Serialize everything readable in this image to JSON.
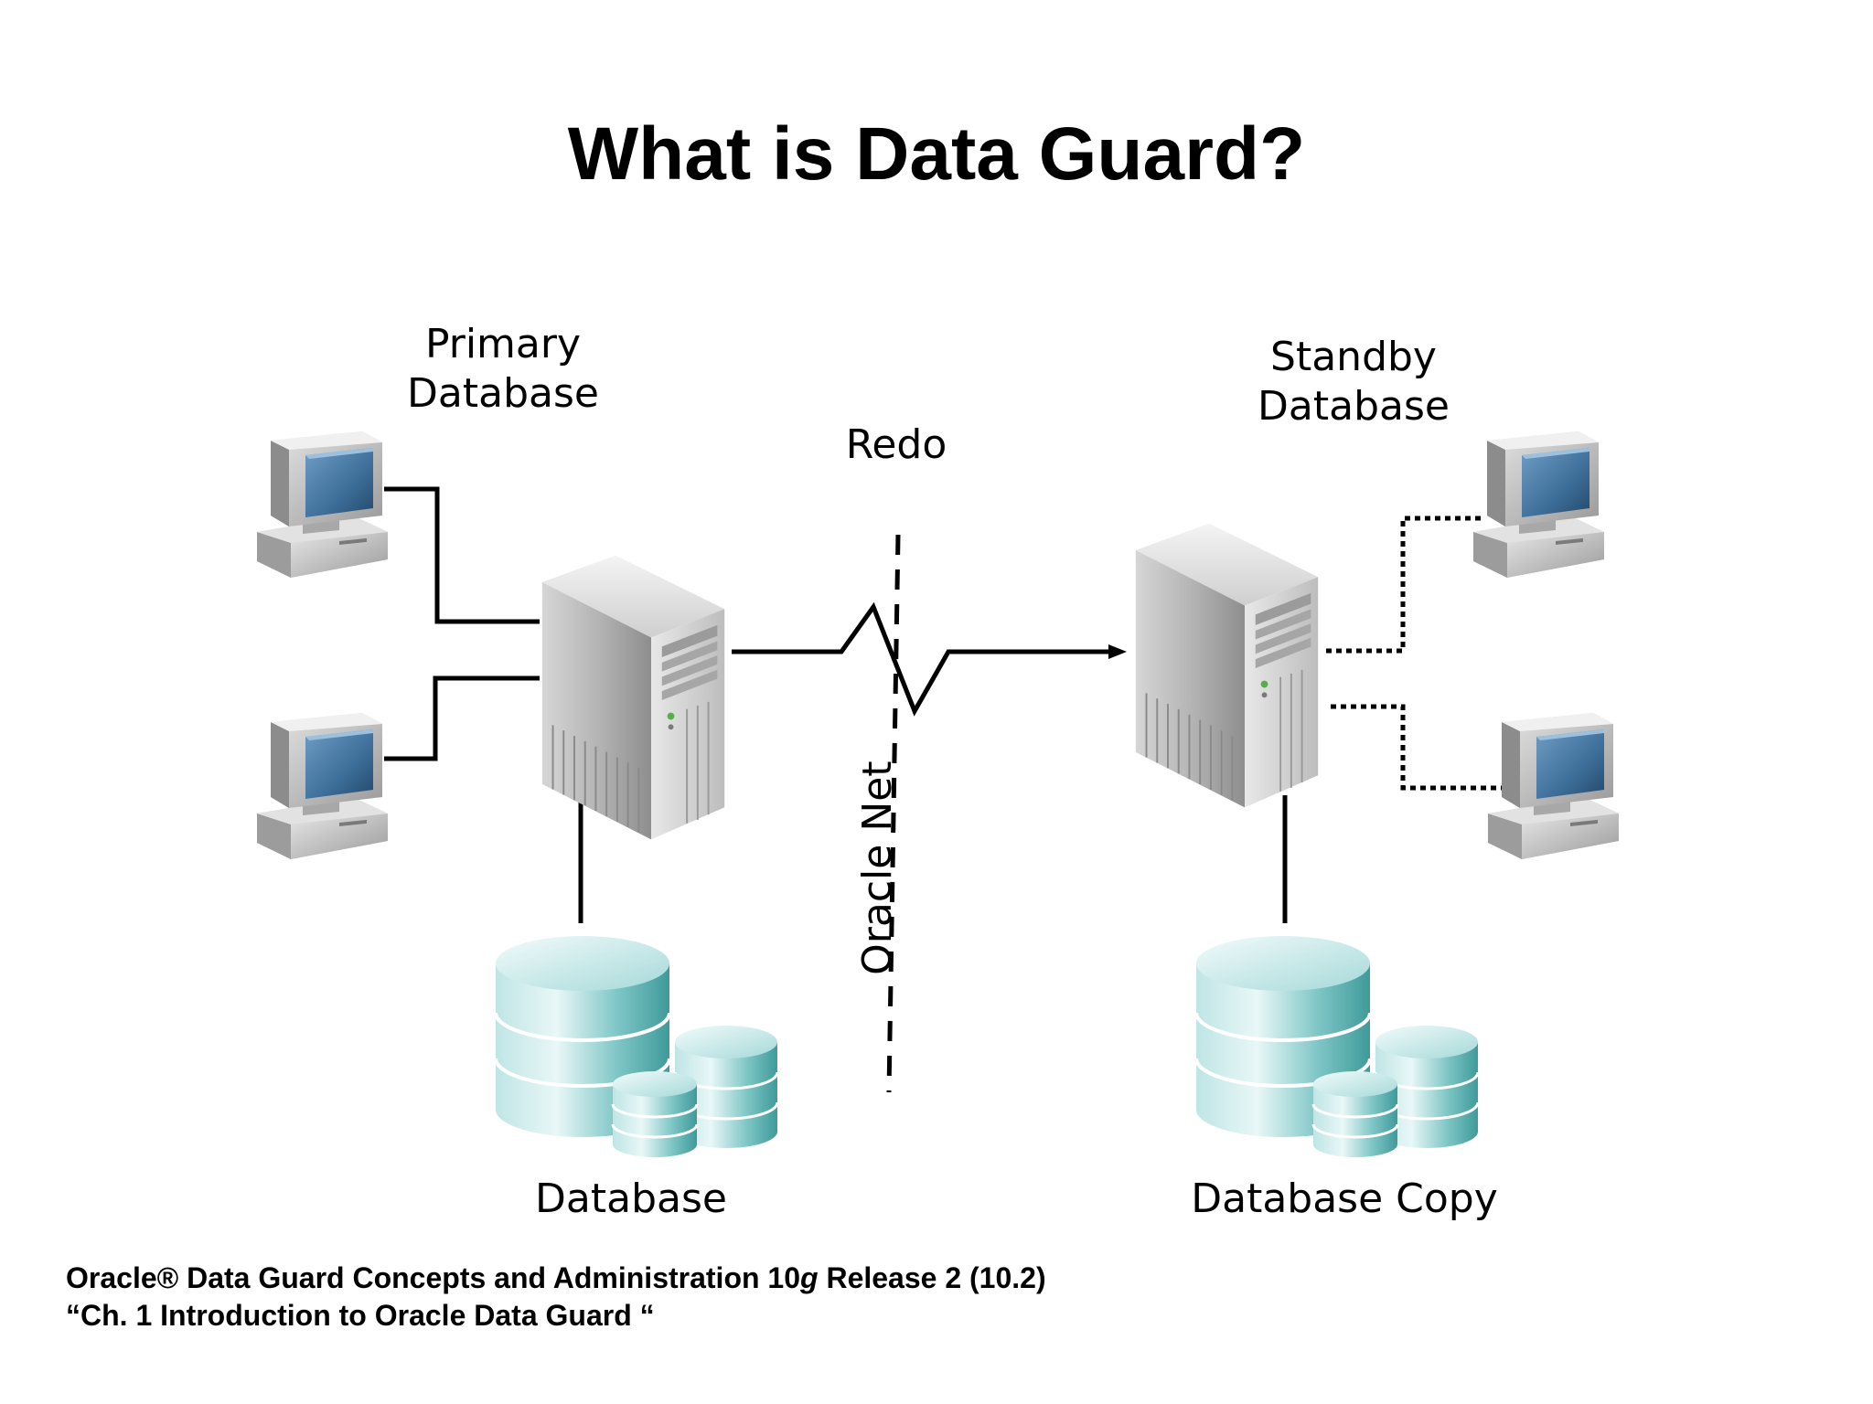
{
  "title": "What is Data Guard?",
  "labels": {
    "primary_line1": "Primary",
    "primary_line2": "Database",
    "standby_line1": "Standby",
    "standby_line2": "Database",
    "redo": "Redo",
    "oracle_net": "Oracle Net",
    "database": "Database",
    "database_copy": "Database Copy"
  },
  "caption": {
    "line1_prefix": "Oracle® Data Guard Concepts and Administration 10",
    "line1_italic": "g",
    "line1_suffix": " Release 2 (10.2)",
    "line2": "“Ch. 1 Introduction to Oracle Data Guard “"
  },
  "icons": {
    "client": "desktop-computer-icon",
    "server": "tower-server-icon",
    "storage": "database-cylinder-icon"
  },
  "colors": {
    "text": "#000000",
    "screen": "#3d6f9a",
    "cylinder": "#7fc6c6",
    "server_body": "#b9b9b9",
    "line": "#000000"
  }
}
